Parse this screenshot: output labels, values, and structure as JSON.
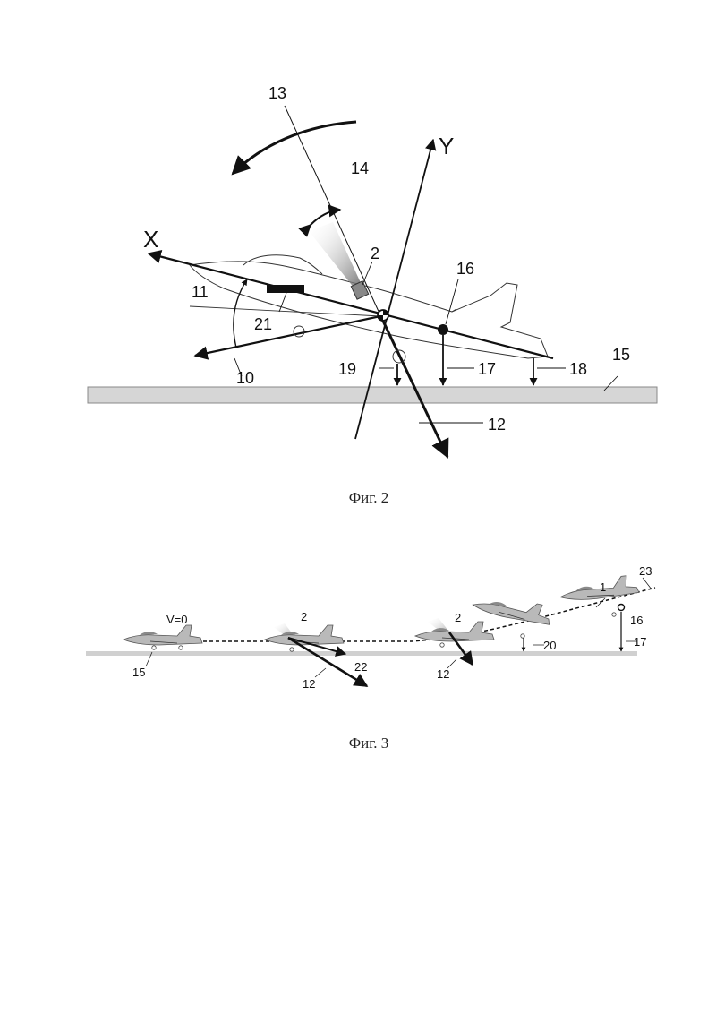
{
  "figure2": {
    "caption": "Фиг. 2",
    "axis_x": "X",
    "axis_y": "Y",
    "labels": {
      "l2": "2",
      "l10": "10",
      "l11": "11",
      "l12": "12",
      "l13": "13",
      "l14": "14",
      "l15": "15",
      "l16": "16",
      "l17": "17",
      "l18": "18",
      "l19": "19",
      "l21": "21"
    }
  },
  "figure3": {
    "caption": "Фиг. 3",
    "labels": {
      "v0": "V=0",
      "l1": "1",
      "l2a": "2",
      "l2b": "2",
      "l12a": "12",
      "l12b": "12",
      "l15": "15",
      "l16": "16",
      "l17": "17",
      "l20": "20",
      "l22": "22",
      "l23": "23"
    }
  },
  "colors": {
    "line": "#111111",
    "ground": "#d6d6d6",
    "plane": "#b9b9b9"
  }
}
